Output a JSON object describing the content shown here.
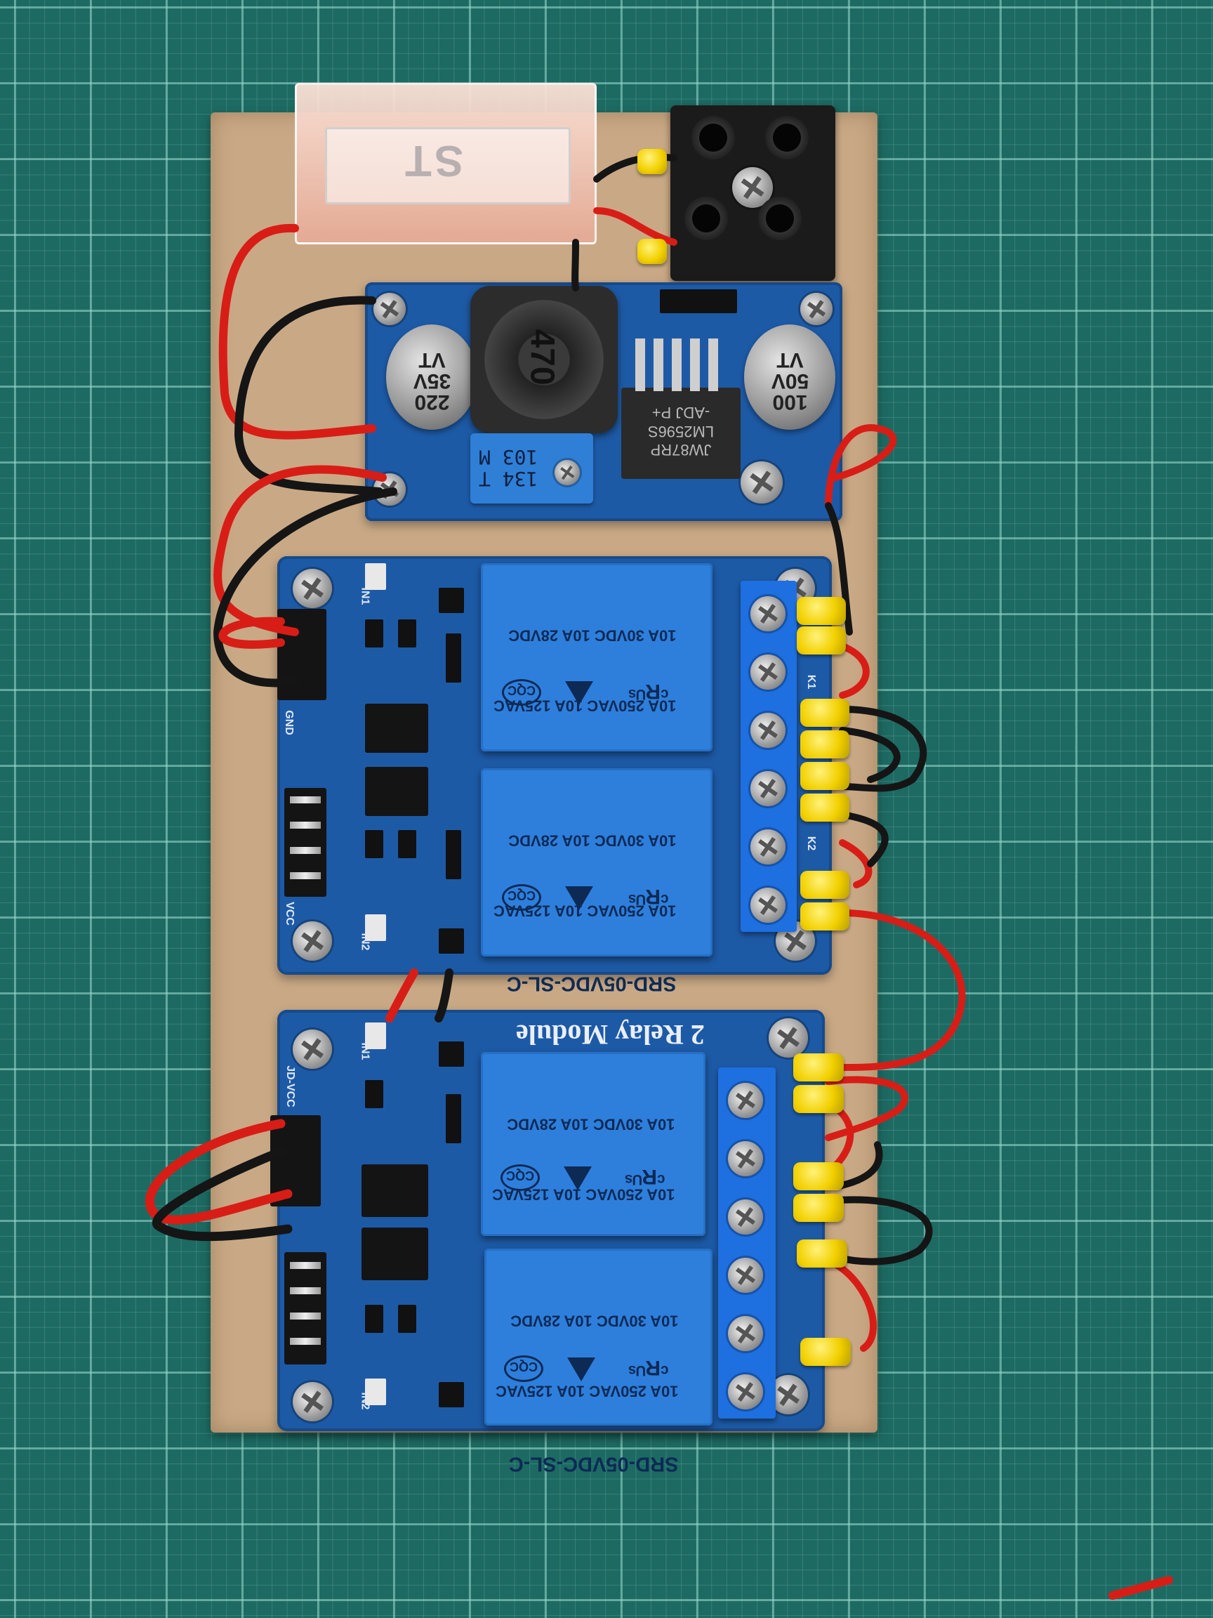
{
  "photo": {
    "fuse_text": "ST",
    "converter": {
      "cap_left": [
        "220",
        "35V",
        "VT"
      ],
      "cap_right": [
        "100",
        "50V",
        "VT"
      ],
      "inductor": "470",
      "ic": [
        "JW87RP",
        "LM2596S",
        "-ADJ P+"
      ],
      "pot": [
        "134 T",
        "103 M"
      ]
    },
    "relay_label": [
      "SRD-05VDC-SL-C",
      "10A 250VAC 10A 125VAC",
      "10A 30VDC 10A 28VDC"
    ],
    "relay_logo": "ᶜRᵁˢ",
    "relay_cert": "CQC",
    "module_title": "2 Relay Module",
    "silkscreen": [
      "IN1",
      "IN2",
      "GND",
      "VCC",
      "JD-VCC",
      "K1",
      "K2"
    ],
    "colors": {
      "cutting_mat": "#1d6a62",
      "board": "#c9a985",
      "pcb": "#1d5aa6",
      "relay": "#2e7fdc",
      "wire_red": "#d81d17",
      "wire_black": "#151515",
      "lug_yellow": "#f2d000"
    }
  }
}
